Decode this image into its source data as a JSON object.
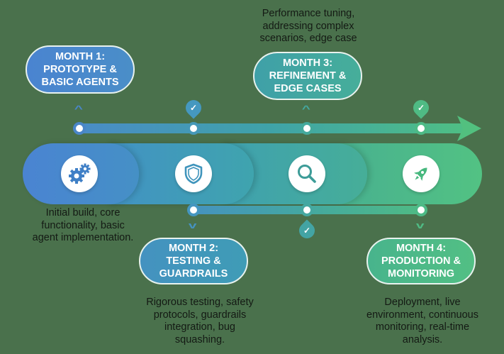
{
  "diagram": {
    "type": "timeline roadmap",
    "colors": {
      "background": "#4a714c",
      "month1": "#4a86d0",
      "month2": "#3f9ab8",
      "month3": "#3ea7a0",
      "month4": "#4fbf84"
    },
    "phases": [
      {
        "label": "MONTH 1:\nPROTOTYPE &\nBASIC AGENTS",
        "icon": "gears-icon",
        "description": "Initial build, core functionality, basic agent implementation."
      },
      {
        "label": "MONTH 2:\nTESTING &\nGUARDRAILS",
        "icon": "shield-icon",
        "description": "Rigorous testing, safety protocols, guardrails integration, bug squashing."
      },
      {
        "label": "MONTH 3:\nREFINEMENT &\nEDGE CASES",
        "icon": "magnifier-icon",
        "description": "Performance tuning, addressing complex scenarios, edge case"
      },
      {
        "label": "MONTH 4:\nPRODUCTION &\nMONITORING",
        "icon": "rocket-icon",
        "description": "Deployment, live environment, continuous monitoring, real-time analysis."
      }
    ],
    "markers": {
      "check": "✓",
      "up": "^",
      "down": "v"
    }
  }
}
